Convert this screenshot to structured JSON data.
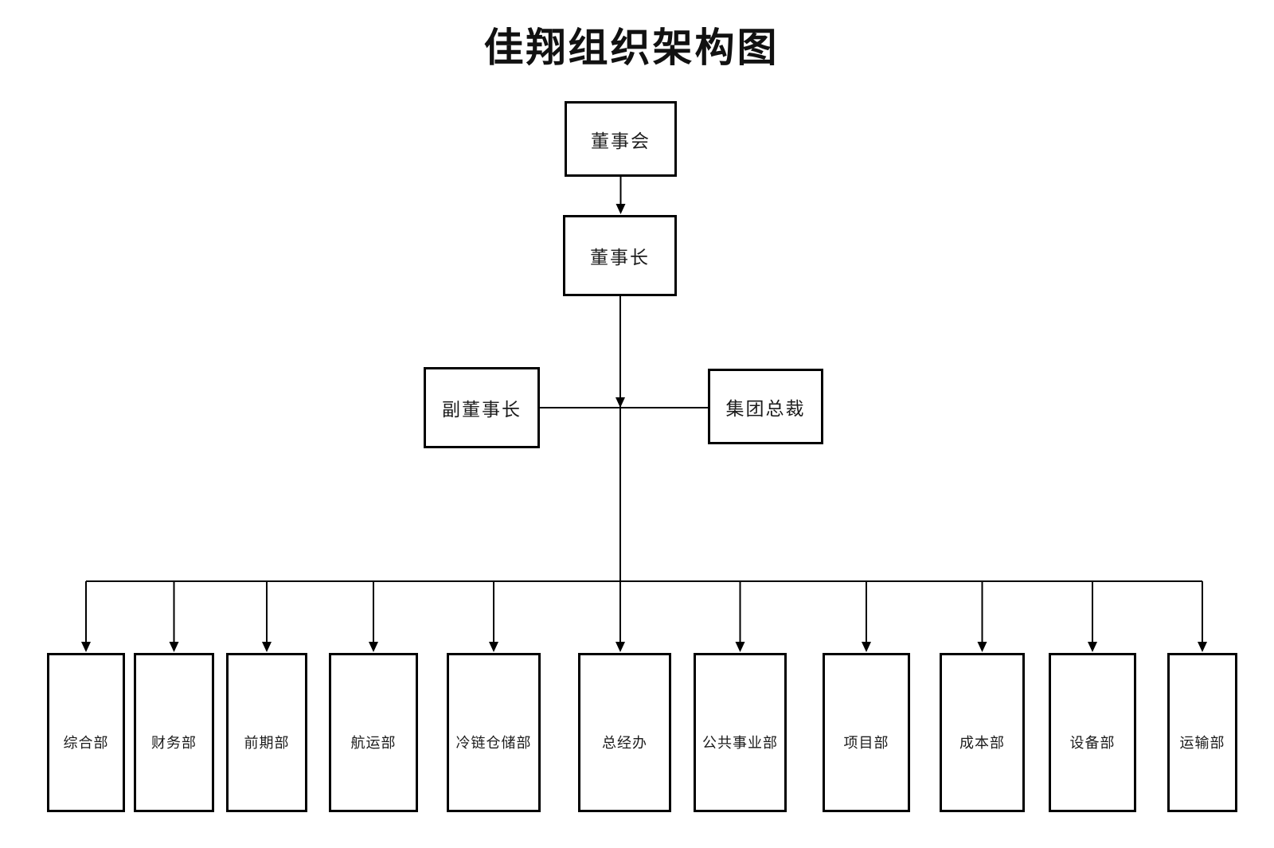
{
  "title": "佳翔组织架构图",
  "org": {
    "board": {
      "id": "board-of-directors",
      "label": "董事会"
    },
    "chairman": {
      "id": "chairman",
      "label": "董事长"
    },
    "vice_chairman": {
      "id": "vice-chairman",
      "label": "副董事长"
    },
    "president": {
      "id": "group-president",
      "label": "集团总裁"
    },
    "departments": [
      {
        "id": "general-affairs-dept",
        "label": "综合部"
      },
      {
        "id": "finance-dept",
        "label": "财务部"
      },
      {
        "id": "preliminary-dept",
        "label": "前期部"
      },
      {
        "id": "shipping-dept",
        "label": "航运部"
      },
      {
        "id": "cold-chain-warehouse-dept",
        "label": "冷链仓储部"
      },
      {
        "id": "general-manager-office",
        "label": "总经办"
      },
      {
        "id": "public-utilities-dept",
        "label": "公共事业部"
      },
      {
        "id": "project-dept",
        "label": "项目部"
      },
      {
        "id": "cost-dept",
        "label": "成本部"
      },
      {
        "id": "equipment-dept",
        "label": "设备部"
      },
      {
        "id": "transportation-dept",
        "label": "运输部"
      }
    ]
  },
  "colors": {
    "background": "#ffffff",
    "line": "#000000",
    "text": "#1c1c1c"
  }
}
